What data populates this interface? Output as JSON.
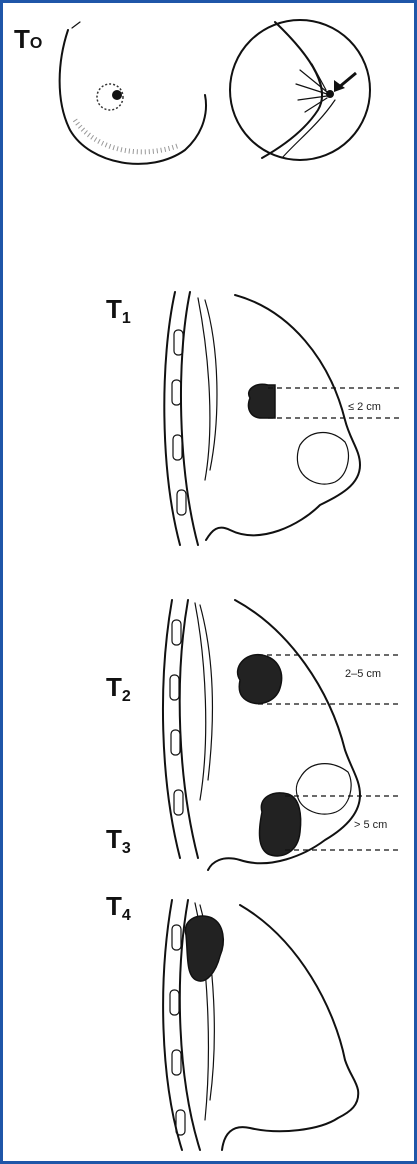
{
  "stages": {
    "t0": {
      "letter": "T",
      "sub": "O"
    },
    "t1": {
      "letter": "T",
      "sub": "1"
    },
    "t2": {
      "letter": "T",
      "sub": "2"
    },
    "t3": {
      "letter": "T",
      "sub": "3"
    },
    "t4": {
      "letter": "T",
      "sub": "4"
    }
  },
  "measurements": {
    "t1_size": "≤ 2 cm",
    "t2_size": "2–5 cm",
    "t3_size": "> 5 cm"
  },
  "colors": {
    "frame_border": "#1f56a8",
    "ink": "#111111"
  }
}
